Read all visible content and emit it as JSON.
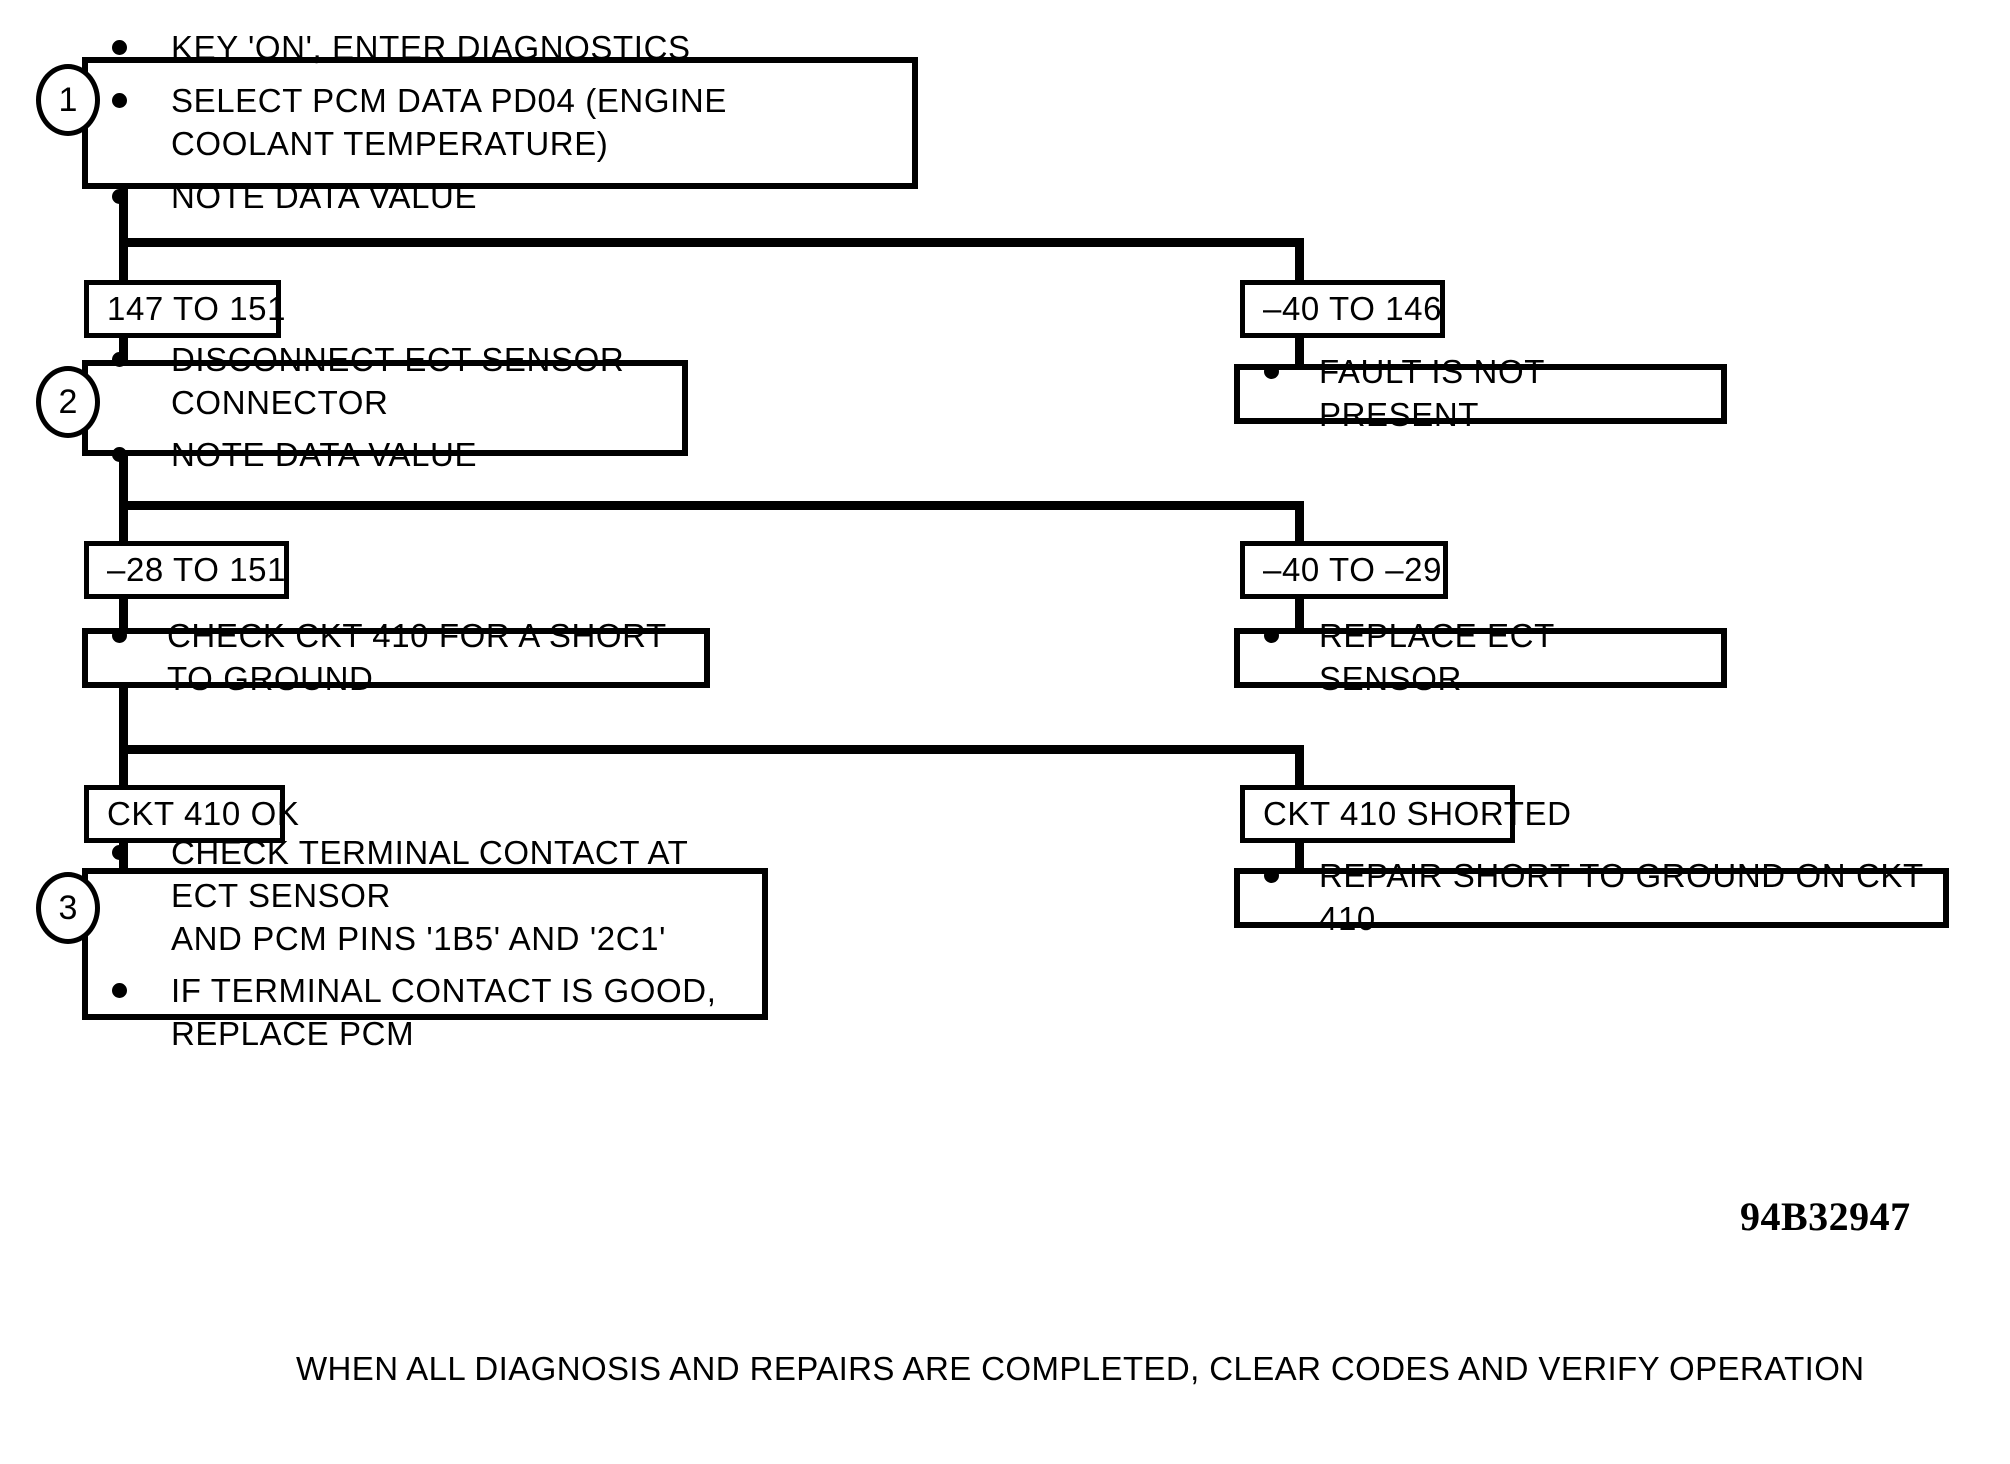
{
  "diagram": {
    "part_number": "94B32947",
    "footer_note": "WHEN ALL DIAGNOSIS AND REPAIRS ARE COMPLETED, CLEAR CODES AND VERIFY OPERATION",
    "steps": [
      {
        "number": "1",
        "bullets": [
          "KEY 'ON', ENTER DIAGNOSTICS",
          "SELECT PCM DATA PD04 (ENGINE COOLANT TEMPERATURE)",
          "NOTE DATA VALUE"
        ]
      },
      {
        "number": "2",
        "bullets": [
          "DISCONNECT ECT SENSOR CONNECTOR",
          "NOTE DATA VALUE"
        ]
      },
      {
        "number": "3",
        "bullets": [
          "CHECK TERMINAL CONTACT AT ECT SENSOR\nAND PCM PINS '1B5' AND '2C1'",
          "IF TERMINAL CONTACT IS GOOD, REPLACE PCM"
        ]
      }
    ],
    "branches": [
      {
        "left_label": "147 TO 151",
        "right_label": "‒40 TO 146"
      },
      {
        "left_label": "‒28 TO 151",
        "right_label": "‒40 TO ‒29"
      },
      {
        "left_label": "CKT 410 OK",
        "right_label": "CKT 410 SHORTED"
      }
    ],
    "results": [
      {
        "text": "FAULT IS NOT PRESENT"
      },
      {
        "text": "CHECK CKT 410 FOR A SHORT TO GROUND"
      },
      {
        "text": "REPLACE ECT SENSOR"
      },
      {
        "text": "REPAIR SHORT TO GROUND ON CKT 410"
      }
    ]
  }
}
